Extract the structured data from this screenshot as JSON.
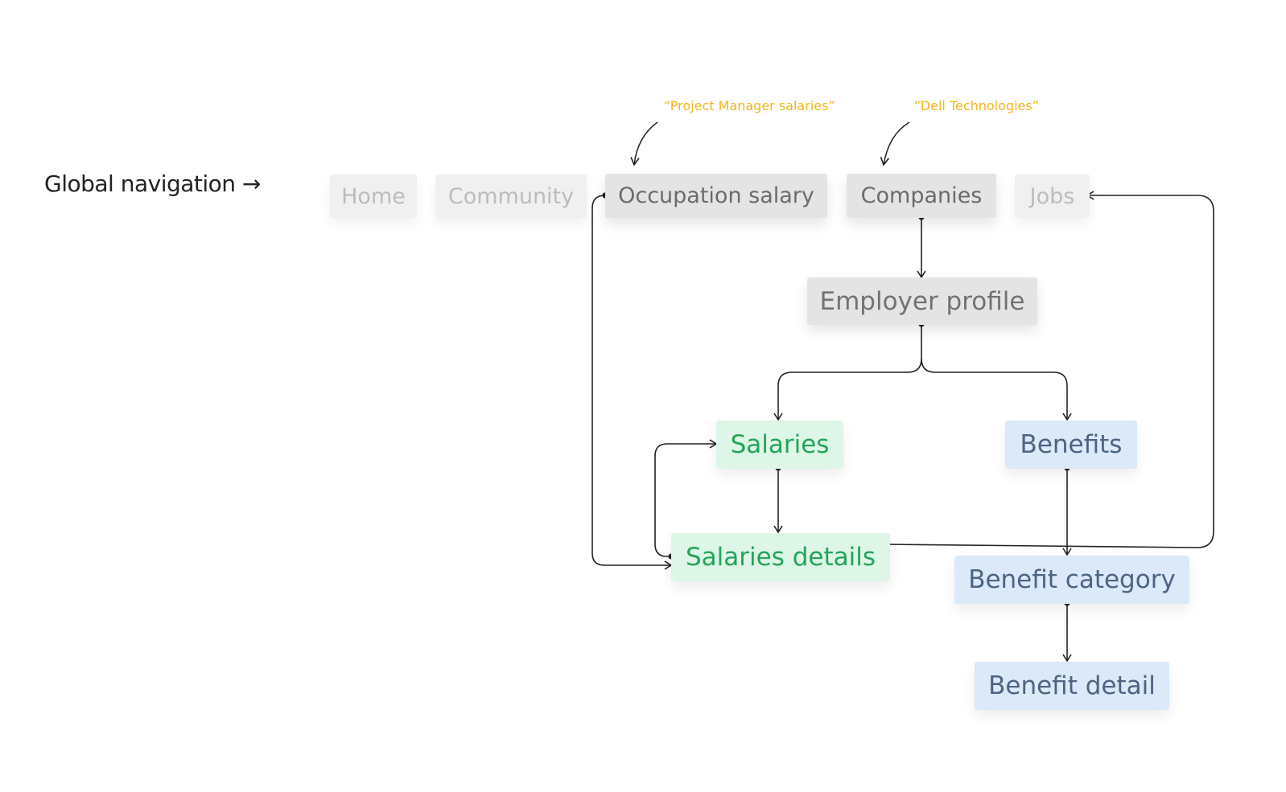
{
  "header": {
    "title": "Global navigation →"
  },
  "annotations": {
    "occupation_note": "“Project Manager salaries”",
    "companies_note": "“Dell Technologies”"
  },
  "global_nav": {
    "home": "Home",
    "community": "Community",
    "occupation_salary": "Occupation salary",
    "companies": "Companies",
    "jobs": "Jobs"
  },
  "nodes": {
    "employer_profile": "Employer profile",
    "salaries": "Salaries",
    "salaries_details": "Salaries details",
    "benefits": "Benefits",
    "benefit_category": "Benefit category",
    "benefit_detail": "Benefit detail"
  },
  "colors": {
    "annotation": "#f3b61e",
    "salary_green_bg": "#ddf6e7",
    "salary_green_text": "#24a55a",
    "benefit_blue_bg": "#dbe9f8",
    "benefit_blue_text": "#4d6482",
    "connector": "#222222"
  }
}
